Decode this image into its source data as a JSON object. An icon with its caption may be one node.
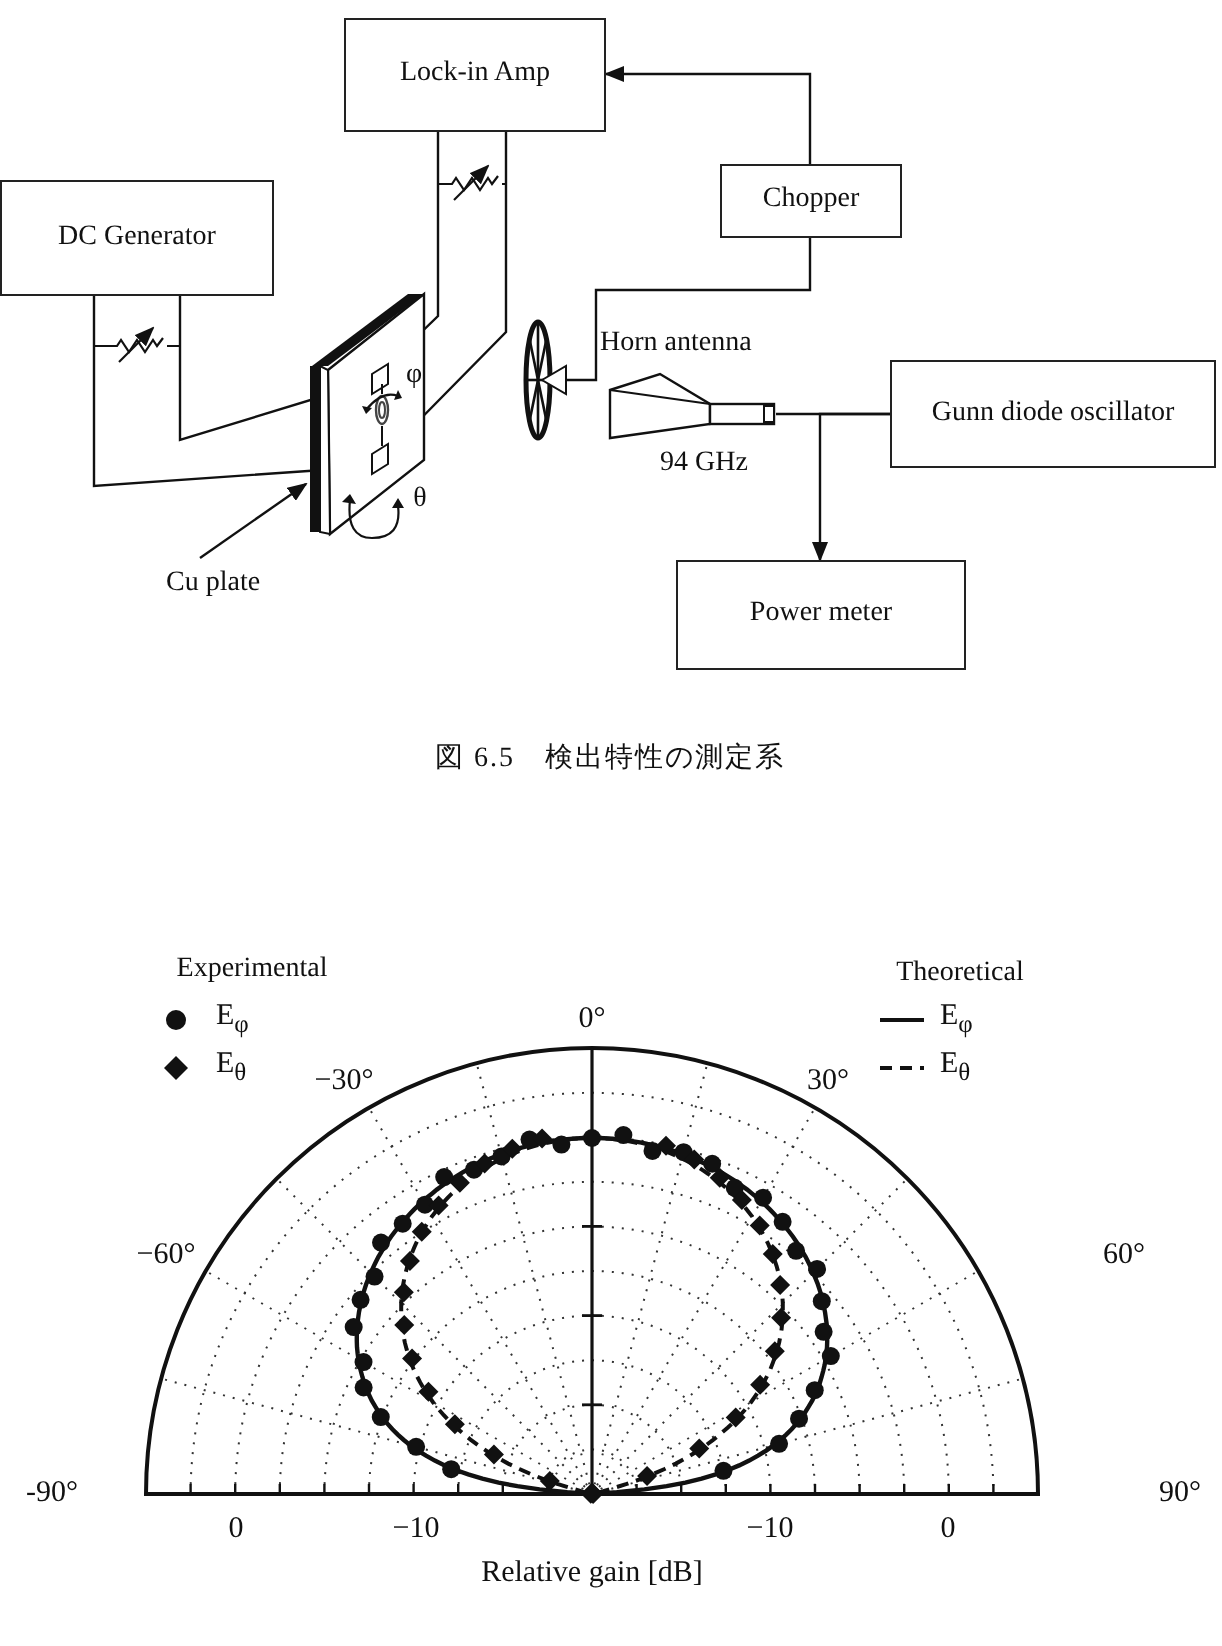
{
  "diagram": {
    "caption": "図 6.5　検出特性の測定系",
    "nodes": [
      {
        "text": [
          "Lock-in Amp"
        ]
      },
      {
        "text": [
          "Chopper"
        ]
      },
      {
        "text": [
          "DC Generator"
        ]
      },
      {
        "text": [],
        "shape": "picture"
      },
      {
        "text": [],
        "shape": "picture"
      },
      {
        "text": [
          "Horn antenna"
        ],
        "beside": [
          "94 GHz"
        ]
      },
      {
        "text": [
          "Gunn diode oscillator"
        ]
      },
      {
        "text": [
          "Cu plate"
        ]
      },
      {
        "text": [
          "Power meter"
        ]
      }
    ],
    "edges": [
      {
        "from": 0,
        "to": 3,
        "arrow": "none"
      },
      {
        "from": 0,
        "to": 3,
        "arrow": "none"
      },
      {
        "from": 1,
        "to": 0,
        "arrow": "to"
      },
      {
        "from": 1,
        "to": 4,
        "arrow": "none"
      },
      {
        "from": 2,
        "to": 3,
        "arrow": "none"
      },
      {
        "from": 2,
        "to": 3,
        "arrow": "none"
      },
      {
        "from": 6,
        "to": 5,
        "arrow": "none"
      },
      {
        "from": 6,
        "to": 8,
        "arrow": "to"
      },
      {
        "from": 7,
        "to": 3,
        "arrow": "to"
      }
    ],
    "labels": [
      "φ",
      "θ",
      "Experimental",
      "Theoretical",
      "0°",
      "−30°",
      "30°",
      "−60°",
      "60°",
      "-90°",
      "90°",
      "0",
      "−10",
      "−10",
      "0",
      "Relative gain [dB]"
    ],
    "legend": [
      {
        "text": "E$_{φ}$"
      },
      {
        "text": "E$_{θ}$"
      },
      {
        "text": "E$_{φ}$"
      },
      {
        "text": "E$_{θ}$"
      }
    ]
  }
}
